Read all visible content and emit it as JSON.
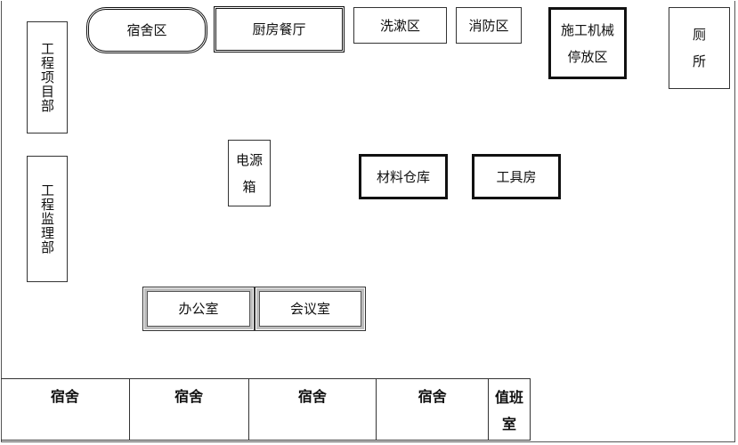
{
  "rooms": {
    "dormitory_area": "宿舍区",
    "kitchen_dining": "厨房餐厅",
    "washroom_area": "洗漱区",
    "fire_protection_area": "消防区",
    "machinery_parking": "施工机械\n停放区",
    "toilet": "厕\n所",
    "project_department": "工程项目部",
    "supervision_department": "工程监理部",
    "power_box": "电源\n箱",
    "material_warehouse": "材料仓库",
    "tool_room": "工具房",
    "office": "办公室",
    "meeting_room": "会议室"
  },
  "bottom_row": {
    "dorm_1": "宿舍",
    "dorm_2": "宿舍",
    "dorm_3": "宿舍",
    "dorm_4": "宿舍",
    "duty_room": "值班\n室"
  }
}
